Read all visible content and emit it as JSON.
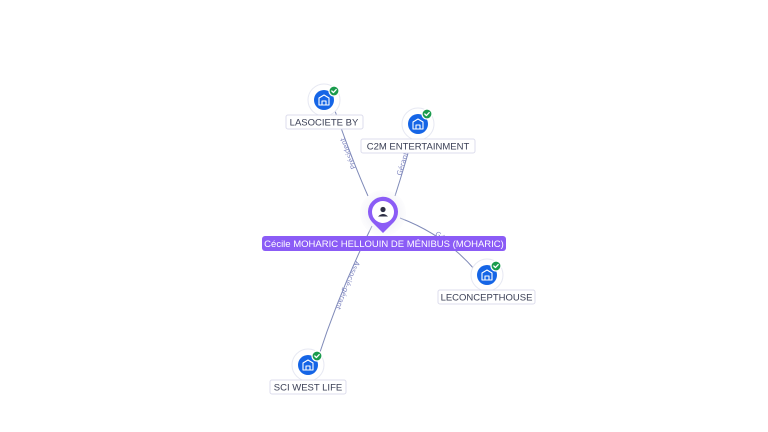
{
  "center": {
    "label": "Cécile MOHARIC HELLOUIN DE MÉNIBUS (MOHARIC)",
    "icon": "person-icon",
    "color": "#8b5cf6"
  },
  "companies": [
    {
      "id": "lasociete",
      "label": "LASOCIETE BY",
      "role": "Président",
      "verified": true
    },
    {
      "id": "c2m",
      "label": "C2M ENTERTAINMENT",
      "role": "Gérant",
      "verified": true
    },
    {
      "id": "leconcept",
      "label": "LECONCEPTHOUSE",
      "role": "Gérant",
      "verified": true
    },
    {
      "id": "sciwest",
      "label": "SCI WEST LIFE",
      "role": "Associé-gérant",
      "verified": true
    }
  ],
  "colors": {
    "company": "#1565e6",
    "verified": "#1a9b4d",
    "edge": "#7f8ab8"
  }
}
